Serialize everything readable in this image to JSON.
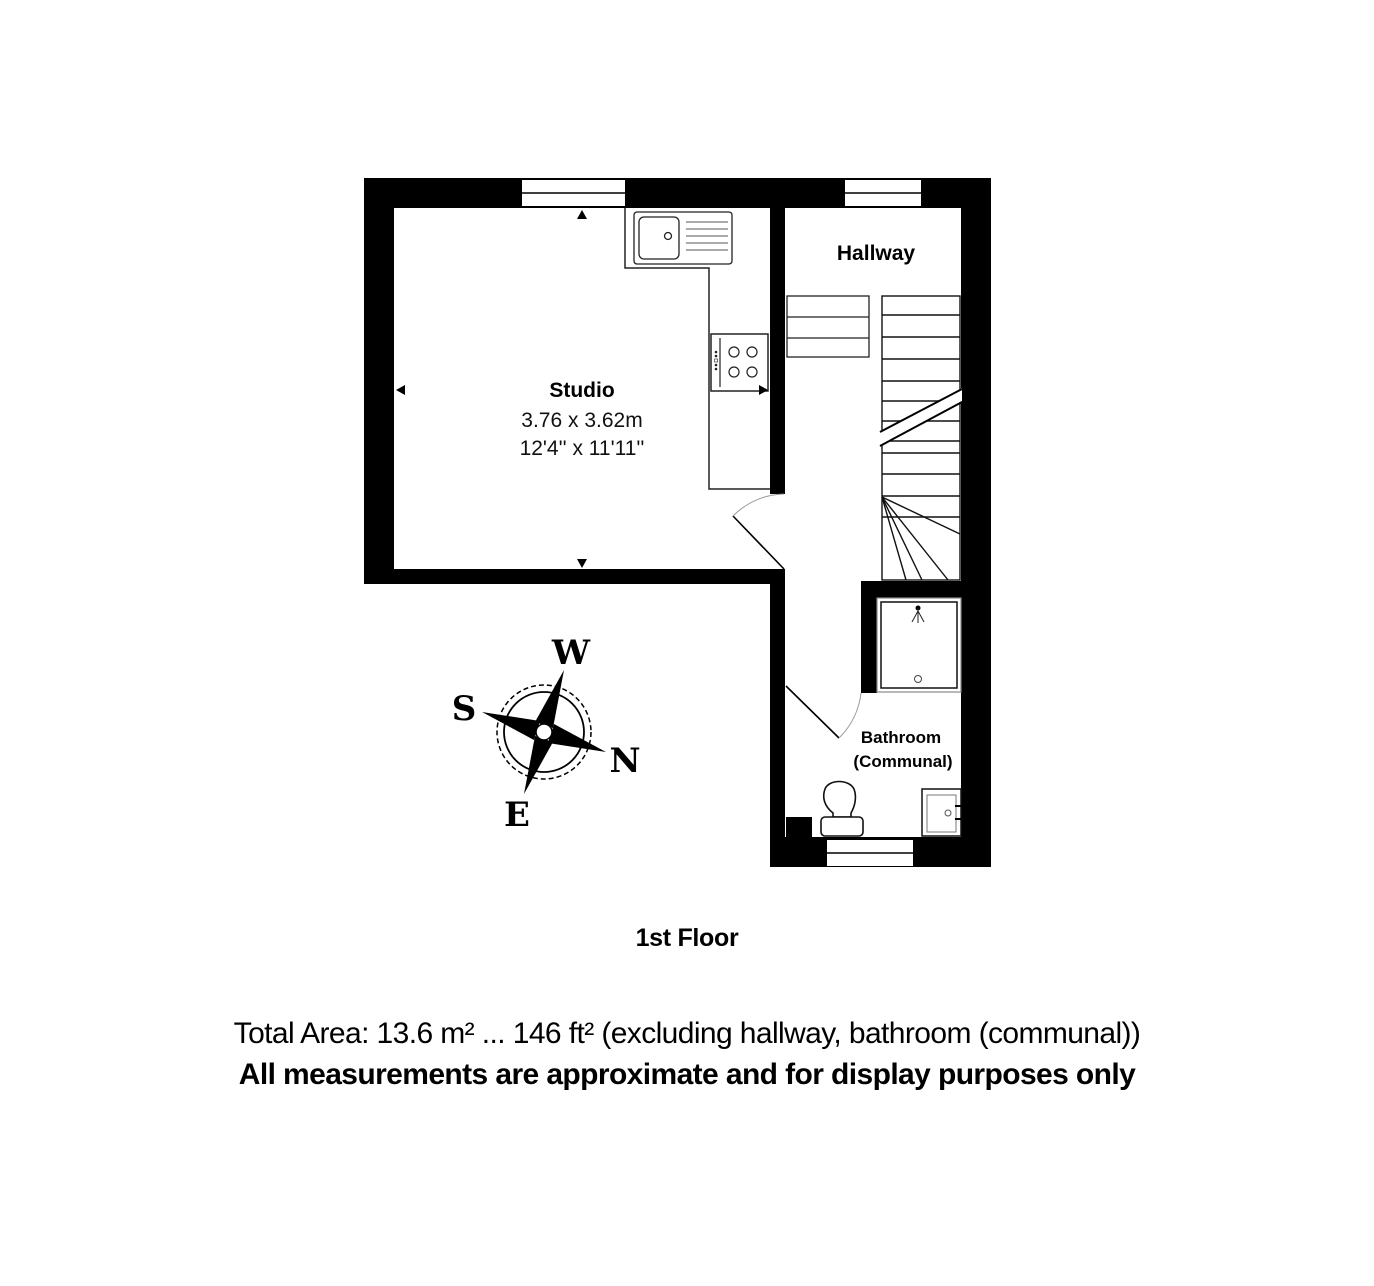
{
  "plan": {
    "rooms": [
      {
        "name": "Studio",
        "dim_metric": "3.76 x 3.62m",
        "dim_imperial": "12'4'' x 11'11''"
      },
      {
        "name": "Hallway"
      },
      {
        "name": "Bathroom",
        "name_line2": "(Communal)"
      }
    ],
    "compass": {
      "top": "W",
      "left": "S",
      "right": "N",
      "bottom": "E"
    },
    "colors": {
      "wall": "#000000",
      "background": "#ffffff",
      "fixture_stroke": "#222222",
      "door_arc": "#999999"
    }
  },
  "footer": {
    "floor_title": "1st Floor",
    "total_area": "Total Area: 13.6 m² ... 146 ft² (excluding hallway, bathroom (communal))",
    "disclaimer": "All measurements are approximate and for display purposes only"
  }
}
